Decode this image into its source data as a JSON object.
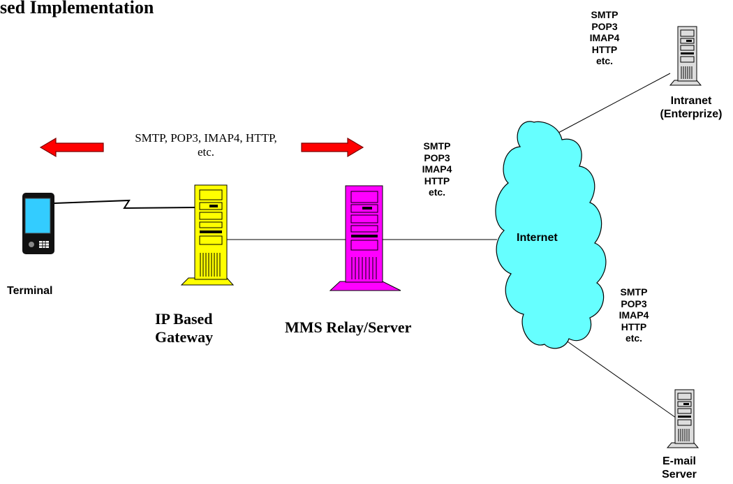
{
  "title": "sed Implementation",
  "arrows_label": "SMTP, POP3, IMAP4, HTTP,\netc.",
  "nodes": {
    "terminal": "Terminal",
    "gateway": "IP Based\nGateway",
    "relay": "MMS Relay/Server",
    "internet": "Internet",
    "intranet": "Intranet\n(Enterprize)",
    "email_server": "E-mail\nServer"
  },
  "protocols": {
    "relay_internet": "SMTP\nPOP3\nIMAP4\nHTTP\netc.",
    "intranet": "SMTP\nPOP3\nIMAP4\nHTTP\netc.",
    "email": "SMTP\nPOP3\nIMAP4\nHTTP\netc."
  },
  "colors": {
    "gateway": "#ffff00",
    "relay": "#ff00ff",
    "cloud": "#66ffff",
    "arrow": "#ff0000",
    "server_gray": "#dddddd",
    "terminal_screen": "#33ccff"
  }
}
